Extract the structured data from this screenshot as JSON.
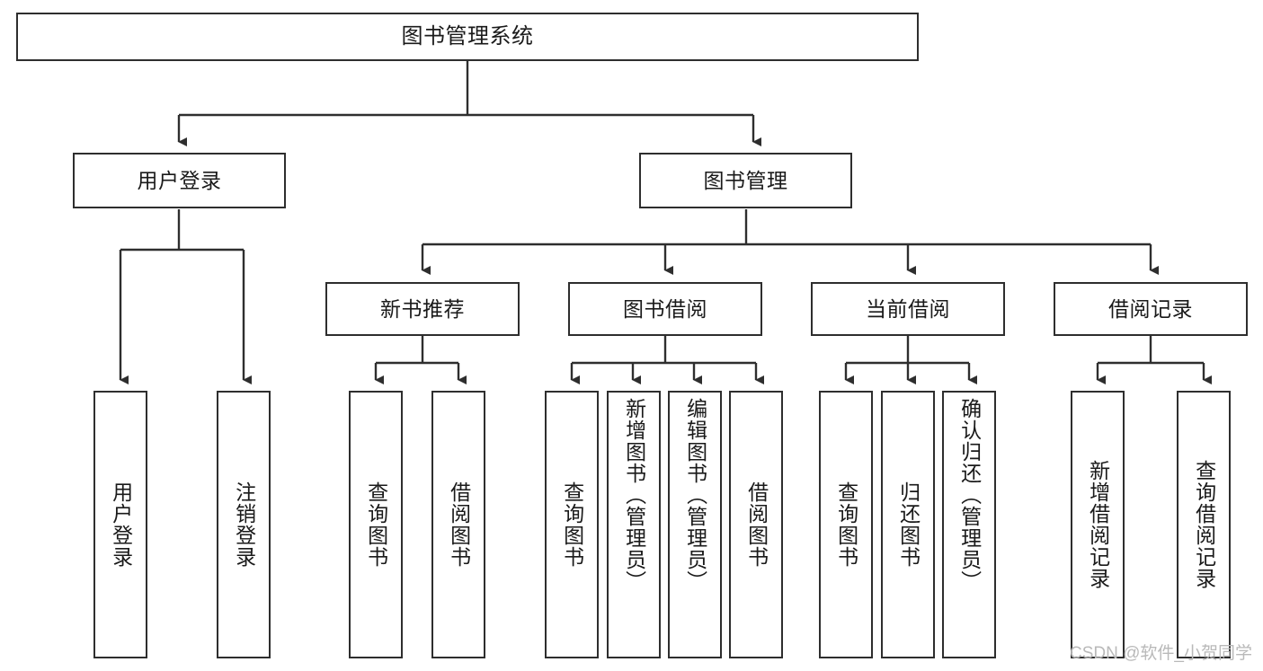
{
  "diagram": {
    "type": "tree-hierarchy",
    "title": "图书管理系统",
    "orientation": "top-down",
    "colors": {
      "box_border": "#2e2e2e",
      "box_fill": "#ffffff",
      "connector": "#2e2e2e",
      "text": "#1a1a1a",
      "watermark": "#b9b9b9"
    }
  },
  "root": {
    "label": "图书管理系统"
  },
  "level2": [
    {
      "label": "用户登录"
    },
    {
      "label": "图书管理"
    }
  ],
  "level3": [
    {
      "label": "新书推荐"
    },
    {
      "label": "图书借阅"
    },
    {
      "label": "当前借阅"
    },
    {
      "label": "借阅记录"
    }
  ],
  "leaves": {
    "user_login": [
      {
        "label": "用户登录"
      },
      {
        "label": "注销登录"
      }
    ],
    "new_book": [
      {
        "label": "查询图书"
      },
      {
        "label": "借阅图书"
      }
    ],
    "book_borrow": [
      {
        "label": "查询图书"
      },
      {
        "label": "新增图书（管理员）"
      },
      {
        "label": "编辑图书（管理员）"
      },
      {
        "label": "借阅图书"
      }
    ],
    "current_borrow": [
      {
        "label": "查询图书"
      },
      {
        "label": "归还图书"
      },
      {
        "label": "确认归还（管理员）"
      }
    ],
    "borrow_record": [
      {
        "label": "新增借阅记录"
      },
      {
        "label": "查询借阅记录"
      }
    ]
  },
  "watermark": {
    "text": "CSDN @软件_小贺同学"
  }
}
